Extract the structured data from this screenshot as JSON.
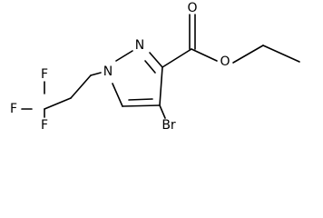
{
  "molecule": {
    "atoms": {
      "n_top": "N",
      "n_ring": "N",
      "o_carbonyl": "O",
      "o_ester": "O",
      "br": "Br",
      "f_top": "F",
      "f_left": "F",
      "f_bottom": "F"
    }
  },
  "colors": {
    "bond": "#000000",
    "label": "#000000",
    "background": "#ffffff"
  }
}
